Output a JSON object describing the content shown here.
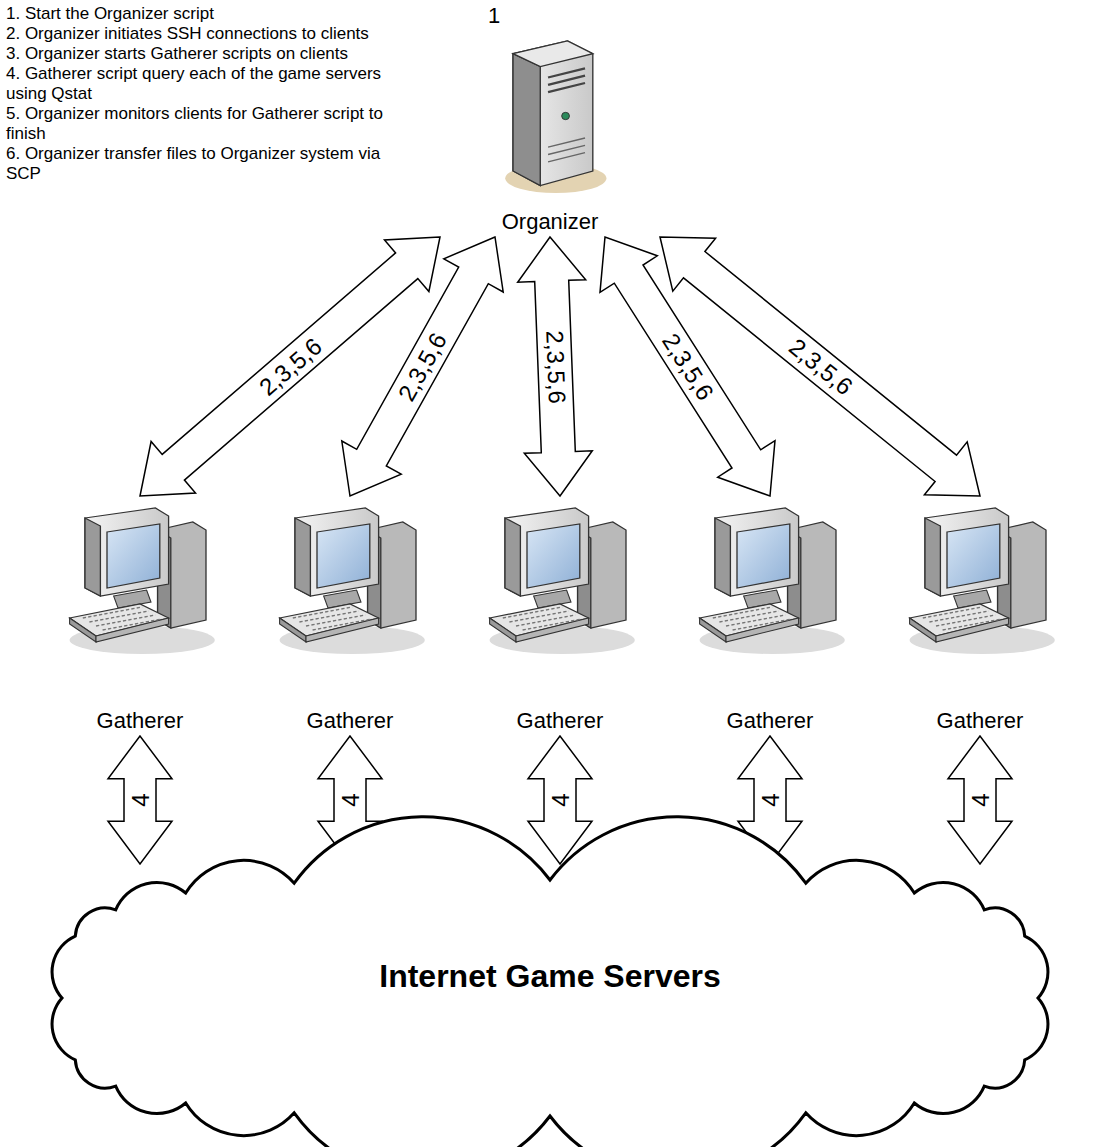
{
  "diagram": {
    "nodes": [
      {
        "text": [
          "Organizer"
        ]
      },
      {
        "text": [
          "Gatherer"
        ]
      },
      {
        "text": [
          "Gatherer"
        ]
      },
      {
        "text": [
          "Gatherer"
        ]
      },
      {
        "text": [
          "Gatherer"
        ]
      },
      {
        "text": [
          "Gatherer"
        ]
      },
      {
        "text": [
          "Internet Game Servers"
        ]
      }
    ],
    "edges": [
      {
        "from": 0,
        "to": 1,
        "label": "2,3,5,6",
        "arrow": "both"
      },
      {
        "from": 0,
        "to": 2,
        "label": "2,3,5,6",
        "arrow": "both"
      },
      {
        "from": 0,
        "to": 3,
        "label": "2,3,5,6",
        "arrow": "both"
      },
      {
        "from": 0,
        "to": 4,
        "label": "2,3,5,6",
        "arrow": "both"
      },
      {
        "from": 0,
        "to": 5,
        "label": "2,3,5,6",
        "arrow": "both"
      },
      {
        "from": 1,
        "to": 6,
        "label": "4",
        "arrow": "both"
      },
      {
        "from": 2,
        "to": 6,
        "label": "4",
        "arrow": "both"
      },
      {
        "from": 3,
        "to": 6,
        "label": "4",
        "arrow": "both"
      },
      {
        "from": 4,
        "to": 6,
        "label": "4",
        "arrow": "both"
      },
      {
        "from": 5,
        "to": 6,
        "label": "4",
        "arrow": "both"
      }
    ],
    "labels": [
      "1. Start the Organizer script",
      "2. Organizer initiates SSH connections to clients",
      "3. Organizer starts Gatherer scripts on clients",
      "4. Gatherer script query each of the game servers using Qstat",
      "5. Organizer monitors clients for Gatherer script to finish",
      "6. Organizer transfer files to Organizer system via SCP",
      "1"
    ]
  }
}
